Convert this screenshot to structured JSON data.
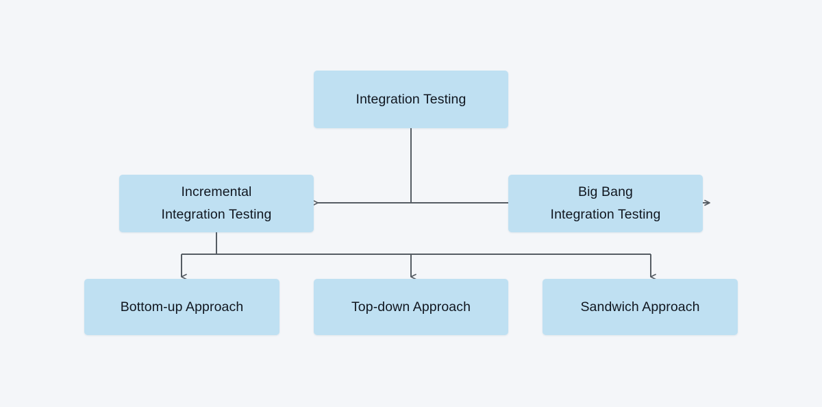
{
  "diagram": {
    "title": "Integration Testing",
    "type": "hierarchy-tree",
    "background_color": "#f4f6f9",
    "node_fill_color": "#bfe0f2",
    "node_text_color": "#10161f",
    "connector_color": "#555c63",
    "levels": [
      {
        "level": 1,
        "nodes": [
          {
            "id": "root",
            "label": "Integration Testing"
          }
        ]
      },
      {
        "level": 2,
        "nodes": [
          {
            "id": "incremental",
            "label": "Incremental\nIntegration Testing"
          },
          {
            "id": "bigbang",
            "label": "Big Bang\nIntegration Testing"
          }
        ]
      },
      {
        "level": 3,
        "nodes": [
          {
            "id": "bottomup",
            "label": "Bottom-up Approach"
          },
          {
            "id": "topdown",
            "label": "Top-down Approach"
          },
          {
            "id": "sandwich",
            "label": "Sandwich Approach"
          }
        ]
      }
    ],
    "edges": [
      {
        "from": "root",
        "to": "incremental",
        "arrow": "left"
      },
      {
        "from": "root",
        "to": "bigbang",
        "arrow": "right"
      },
      {
        "from": "incremental",
        "to": "bottomup",
        "arrow": "down"
      },
      {
        "from": "incremental",
        "to": "topdown",
        "arrow": "down"
      },
      {
        "from": "incremental",
        "to": "sandwich",
        "arrow": "down"
      }
    ]
  }
}
